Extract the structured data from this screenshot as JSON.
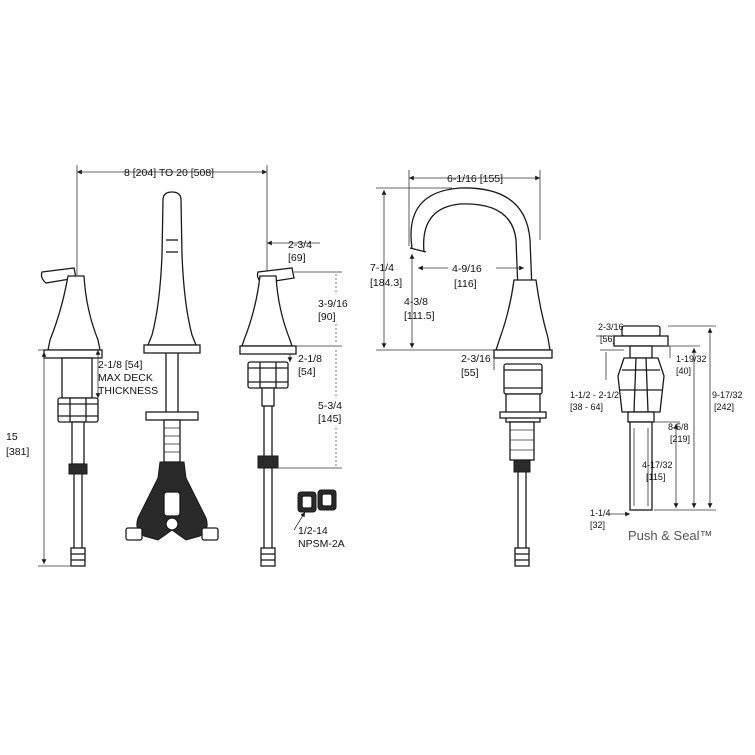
{
  "labels": {
    "spread": "8 [204] TO 20 [508]",
    "spout_width": "6-1/16 [155]",
    "spout_height": "7-1/4",
    "spout_height_mm": "[184.3]",
    "spout_reach": "4-9/16",
    "spout_reach_mm": "[116]",
    "spout_clearance": "4-3/8",
    "spout_clearance_mm": "[111.5]",
    "spout_base": "2-3/16",
    "spout_base_mm": "[55]",
    "handle_offset": "2-3/4",
    "handle_offset_mm": "[69]",
    "handle_height": "3-9/16",
    "handle_height_mm": "[90]",
    "deck_max": "2-1/8 [54]",
    "deck_max_text1": "MAX DECK",
    "deck_max_text2": "THICKNESS",
    "shank_len": "2-1/8",
    "shank_len_mm": "[54]",
    "valve_len": "5-3/4",
    "valve_len_mm": "[145]",
    "overall_len": "15",
    "overall_len_mm": "[381]",
    "thread": "1/2-14",
    "thread_type": "NPSM-2A",
    "drain_cap": "2-3/16",
    "drain_cap_mm": "[56]",
    "drain_flange": "1-19/32",
    "drain_flange_mm": "[40]",
    "drain_range": "1-1/2 - 2-1/2",
    "drain_range_mm": "[38 - 64]",
    "drain_total": "9-17/32",
    "drain_total_mm": "[242]",
    "drain_body": "8-5/8",
    "drain_body_mm": "[219]",
    "drain_tail": "4-17/32",
    "drain_tail_mm": "[115]",
    "drain_tail_dia": "1-1/4",
    "drain_tail_dia_mm": "[32]",
    "drain_name": "Push & Seal™"
  }
}
